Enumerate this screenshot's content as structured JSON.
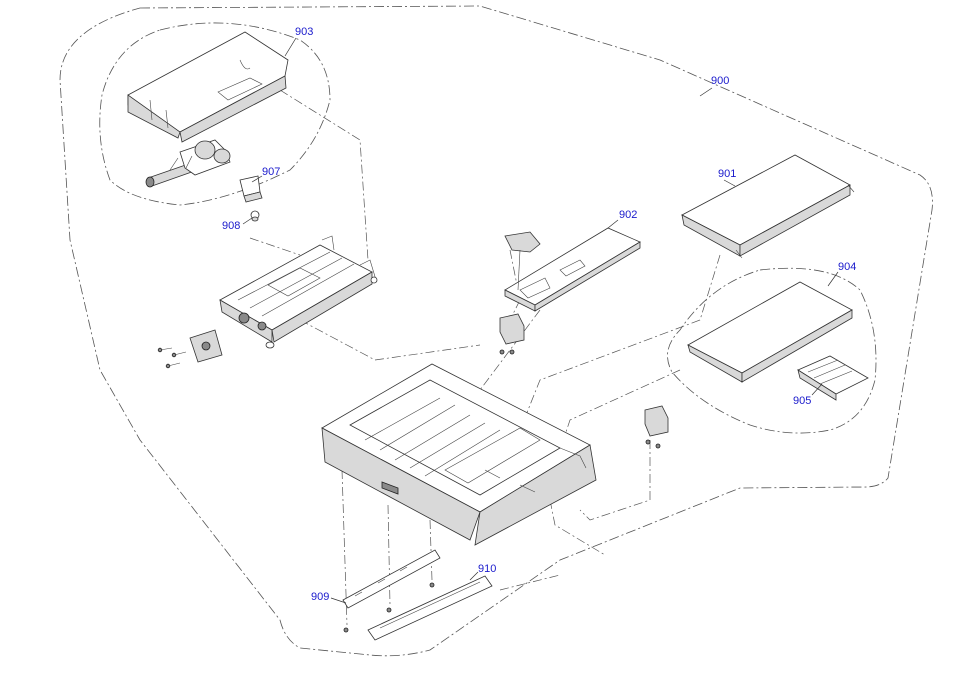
{
  "diagram": {
    "callouts": {
      "p900": "900",
      "p901": "901",
      "p902": "902",
      "p903": "903",
      "p904": "904",
      "p905": "905",
      "p907": "907",
      "p908": "908",
      "p909": "909",
      "p910": "910"
    }
  }
}
